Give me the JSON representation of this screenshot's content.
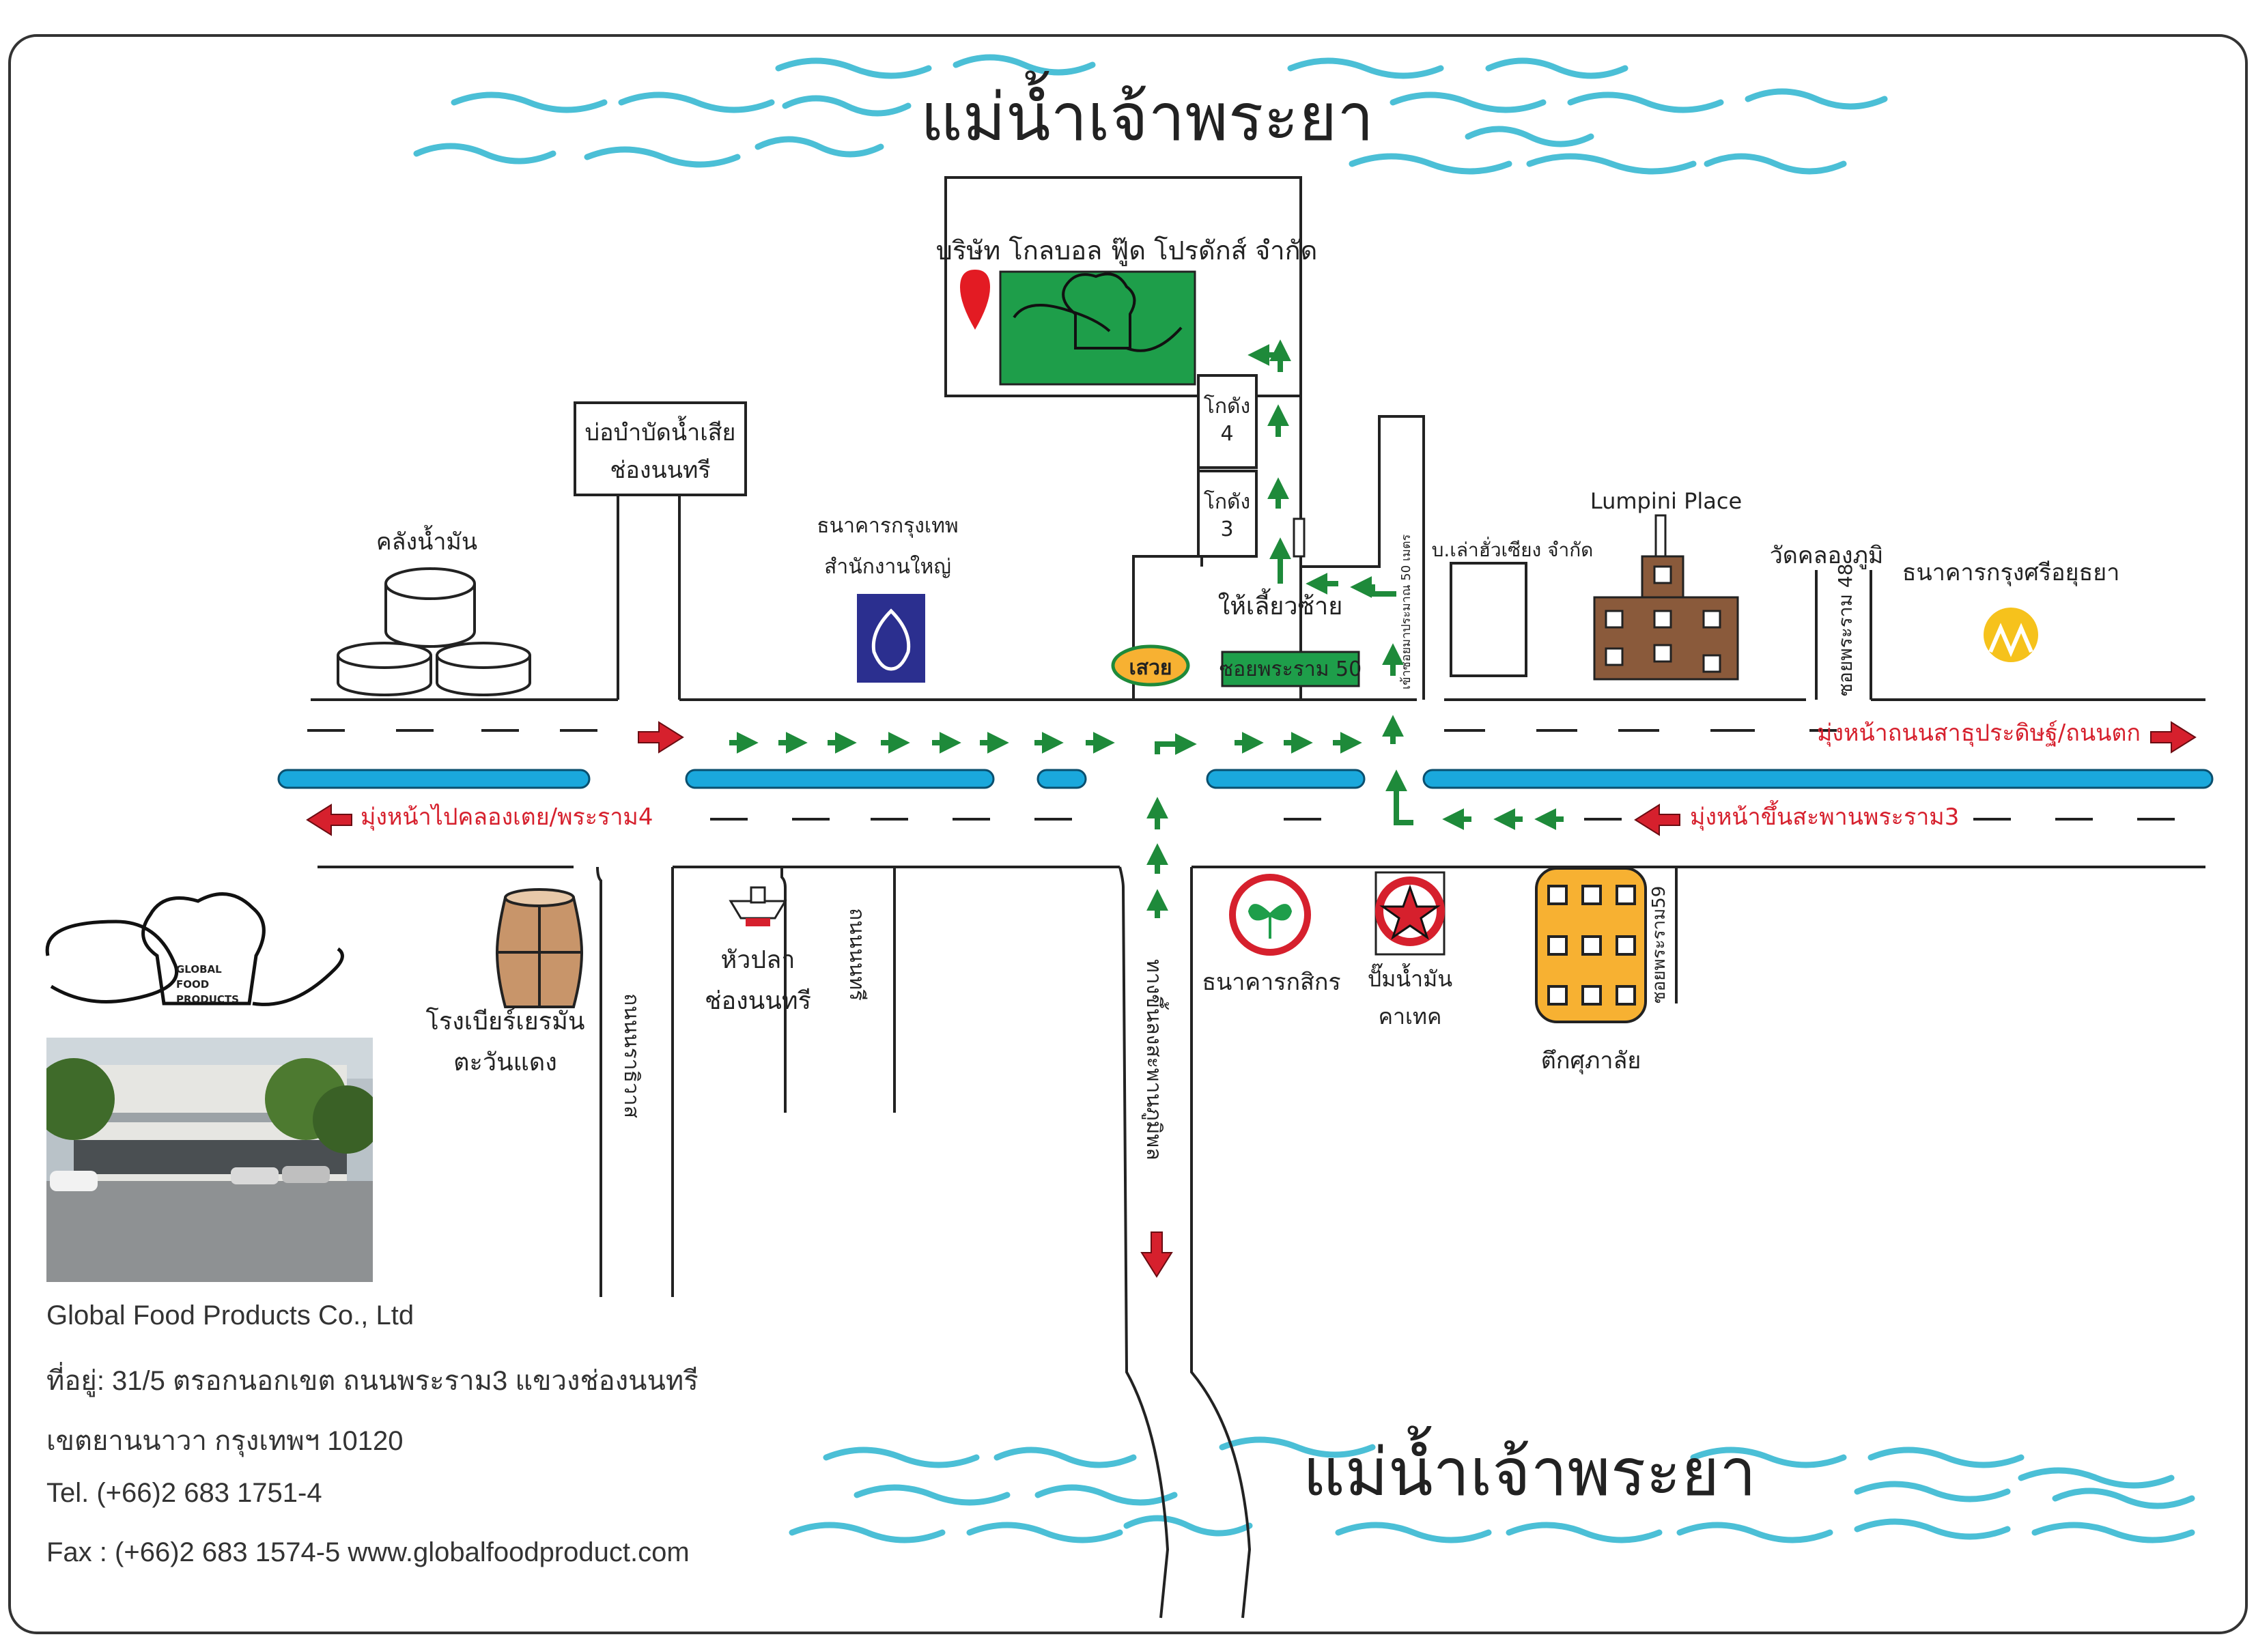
{
  "river_label_top": "แม่น้ำเจ้าพระยา",
  "river_label_bottom": "แม่น้ำเจ้าพระยา",
  "company": {
    "name_th": "บริษัท โกลบอล ฟู๊ด โปรดักส์ จำกัด",
    "logo_lines": [
      "GLOBAL",
      "FOOD",
      "PRODUCTS"
    ]
  },
  "landmarks": {
    "godown4": [
      "โกดัง",
      "4"
    ],
    "godown3": [
      "โกดัง",
      "3"
    ],
    "turn_left": "ให้เลี้ยวซ้าย",
    "soi50": "ซอยพระราม 50",
    "shop_badge": "เสวย",
    "soi50_distance": "เข้าซอยมาประมาณ 50 เมตร",
    "wastewater": [
      "บ่อบำบัดน้ำเสีย",
      "ช่องนนทรี"
    ],
    "oil_depot": "คลังน้ำมัน",
    "bangkok_bank": [
      "ธนาคารกรุงเทพ",
      "สำนักงานใหญ่"
    ],
    "lao_hua_seng": "บ.เล่าฮั่วเซียง จำกัด",
    "lumpini": "Lumpini Place",
    "wat_khlong_phum": "วัดคลองภูมิ",
    "soi48": "ซอยพระราม 48",
    "krungsri": "ธนาคารกรุงศรีอยุธยา",
    "beer": [
      "โรงเบียร์เยรมัน",
      "ตะวันแดง"
    ],
    "hua_pla": [
      "หัวปลา",
      "ช่องนนทรี"
    ],
    "nonsi_road": "ถนนนนทรี",
    "ratchadaphisek_road": "ถนนนราธิวาส",
    "bhumibol_bridge": "ทางขึ้นลงสะพานภูมิพล",
    "kasikorn": "ธนาคารกสิกร",
    "caltex": [
      "ปั๊มน้ำมัน",
      "คาเทค"
    ],
    "supalai": "ตึกศุภาลัย",
    "soi59": "ซอยพระราม59"
  },
  "directions": {
    "to_sathupradit": "มุ่งหน้าถนนสาธุประดิษฐ์/ถนนตก",
    "to_khlong_toei": "มุ่งหน้าไปคลองเตย/พระราม4",
    "to_rama3_bridge": "มุ่งหน้าขึ้นสะพานพระราม3"
  },
  "contact": {
    "company_en": "Global Food Products Co., Ltd",
    "address1": "ที่อยู่: 31/5 ตรอกนอกเขต ถนนพระราม3 แขวงช่องนนทรี",
    "address2": "เขตยานนาวา กรุงเทพฯ 10120",
    "tel": "Tel. (+66)2 683 1751-4",
    "fax": "Fax : (+66)2 683 1574-5 www.globalfoodproduct.com"
  },
  "colors": {
    "river": "#4bbfd6",
    "road_island": "#1aa8dc",
    "arrow_green": "#1e8a3a",
    "arrow_red": "#d6202d",
    "company_green": "#1e9e4a",
    "bangkok_bank": "#2b2f8f",
    "krungsri_yellow": "#f6c21c",
    "supalai_orange": "#f7b132",
    "building_brown": "#8a5a3b",
    "kasikorn_red": "#d6202d"
  }
}
